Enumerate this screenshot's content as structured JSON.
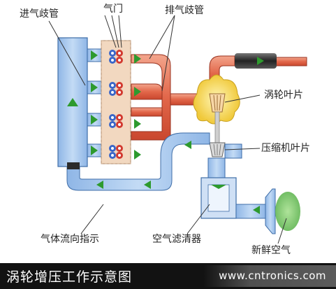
{
  "labels": {
    "intake_manifold": "进气歧管",
    "valve": "气门",
    "exhaust_manifold": "排气歧管",
    "turbine_blade": "涡轮叶片",
    "compressor_blade": "压缩机叶片",
    "airflow_direction": "气体流向指示",
    "air_filter": "空气滤清器",
    "fresh_air": "新鲜空气"
  },
  "caption": "涡轮增压工作示意图",
  "watermark": "www.cntronics.com",
  "colors": {
    "intake_blue": "#a9c9ee",
    "intake_stroke": "#3f6ea8",
    "exhaust_red": "#d9553a",
    "exhaust_light": "#f0a08a",
    "cylinder_head": "#f2d8c0",
    "flow_arrow": "#2e9a2e",
    "turbo_yellow": "#f2d34a",
    "fresh_air_green": "#7cc86a",
    "caption_bg": "#121212"
  },
  "icons": [
    "flow-direction-arrow-icon",
    "valve-pair-icon",
    "pointer-line-icon"
  ]
}
